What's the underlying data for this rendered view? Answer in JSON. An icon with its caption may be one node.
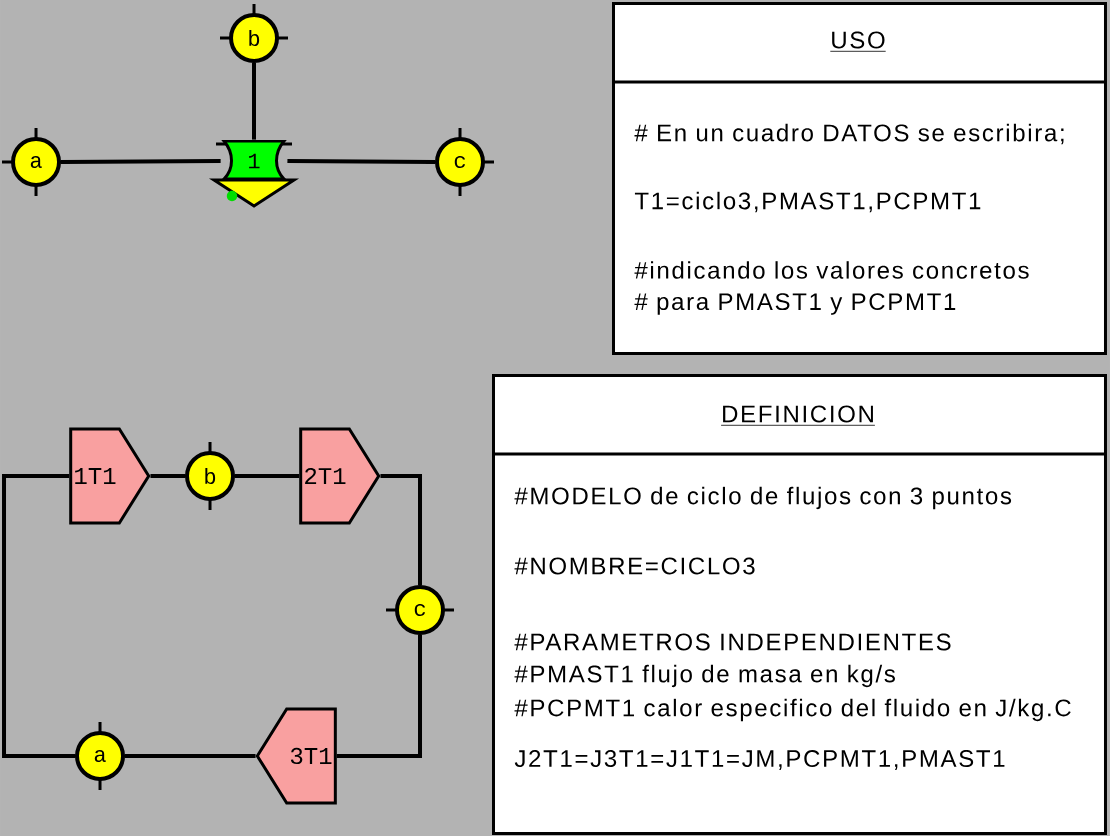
{
  "diagram": {
    "nodes": [
      {
        "text": [
          "b"
        ]
      },
      {
        "text": [
          "a"
        ]
      },
      {
        "text": [
          "1"
        ]
      },
      {
        "text": [
          "c"
        ]
      },
      {
        "text": [
          "USO",
          "# En un cuadro DATOS se escribira;",
          "T1=ciclo3,PMAST1,PCPMT1",
          "#indicando los valores concretos",
          "# para PMAST1 y PCPMT1"
        ]
      },
      {
        "text": [
          "1T1"
        ]
      },
      {
        "text": [
          "b"
        ]
      },
      {
        "text": [
          "2T1"
        ]
      },
      {
        "text": [
          "c"
        ]
      },
      {
        "text": [
          "3T1"
        ]
      },
      {
        "text": [
          "a"
        ]
      },
      {
        "text": [
          "DEFINICION",
          "#MODELO de ciclo de flujos con 3 puntos",
          "#NOMBRE=CICLO3",
          "#PARAMETROS INDEPENDIENTES",
          "#PMAST1 flujo de masa en kg/s",
          "#PCPMT1 calor especifico del fluido en J/kg.C",
          "J2T1=J3T1=J1T1=JM,PCPMT1,PMAST1"
        ]
      }
    ],
    "edges": [
      {
        "from": 1,
        "to": 2,
        "arrow": "none"
      },
      {
        "from": 0,
        "to": 2,
        "arrow": "none"
      },
      {
        "from": 2,
        "to": 3,
        "arrow": "none"
      },
      {
        "from": 5,
        "to": 6,
        "arrow": "none"
      },
      {
        "from": 6,
        "to": 7,
        "arrow": "none"
      },
      {
        "from": 7,
        "to": 8,
        "arrow": "none"
      },
      {
        "from": 8,
        "to": 9,
        "arrow": "none"
      },
      {
        "from": 9,
        "to": 10,
        "arrow": "none"
      },
      {
        "from": 10,
        "to": 5,
        "arrow": "none"
      }
    ]
  }
}
